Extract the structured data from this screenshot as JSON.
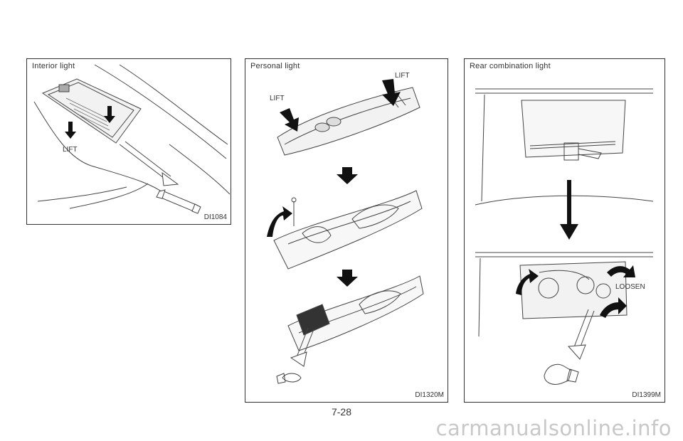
{
  "panels": [
    {
      "title": "Interior light",
      "code": "DI1084",
      "labels": [
        "LIFT"
      ]
    },
    {
      "title": "Personal light",
      "code": "DI1320M",
      "labels": [
        "LIFT",
        "LIFT"
      ]
    },
    {
      "title": "Rear combination light",
      "code": "DI1399M",
      "labels": [
        "LOOSEN"
      ]
    }
  ],
  "page_number": "7-28",
  "watermark": "carmanualsonline.info"
}
